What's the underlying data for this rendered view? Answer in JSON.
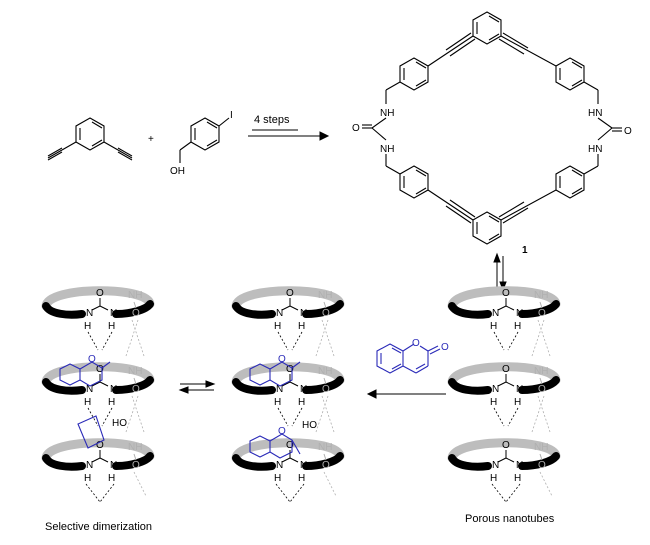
{
  "reaction": {
    "arrow_label": "4 steps",
    "plus": "+",
    "reagent_oh": "OH",
    "reagent_i": "I",
    "compound_number": "1"
  },
  "macrocycle": {
    "nh_left_top": "NH",
    "nh_left_bottom": "NH",
    "nh_right_top": "HN",
    "nh_right_bottom": "HN",
    "o_left": "O",
    "o_right": "O"
  },
  "stack": {
    "n": "N",
    "h": "H",
    "o": "O",
    "nh": "NH",
    "ho": "HO"
  },
  "captions": {
    "left": "Selective dimerization",
    "right": "Porous nanotubes"
  },
  "guest": {
    "o_ring": "O",
    "o_carbonyl": "O"
  },
  "colors": {
    "ink": "#000000",
    "ring_gray": "#bdbdbd",
    "guest_blue": "#2a2ab8",
    "faint_gray": "#b0b0b0"
  }
}
